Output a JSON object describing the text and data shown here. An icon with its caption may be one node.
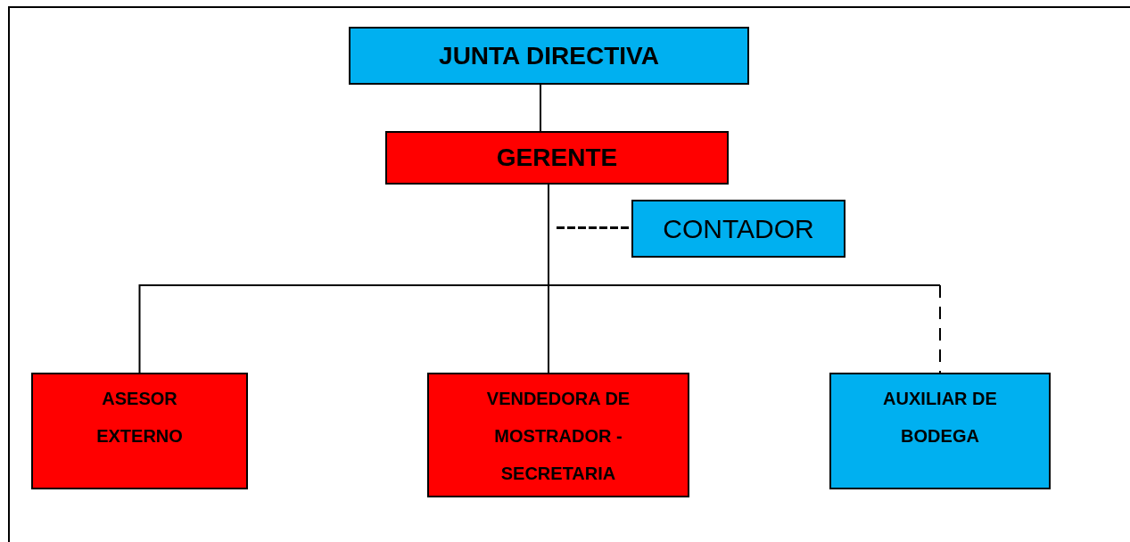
{
  "diagram": {
    "nodes": [
      {
        "text": [
          "JUNTA DIRECTIVA"
        ]
      },
      {
        "text": [
          "GERENTE"
        ]
      },
      {
        "text": [
          "CONTADOR"
        ]
      },
      {
        "text": [
          "ASESOR EXTERNO"
        ]
      },
      {
        "text": [
          "VENDEDORA DE MOSTRADOR - SECRETARIA"
        ]
      },
      {
        "text": [
          "AUXILIAR DE BODEGA"
        ]
      }
    ],
    "edges": [
      {
        "from": 0,
        "to": 1,
        "arrow": "none"
      },
      {
        "from": 1,
        "to": 2,
        "arrow": "none",
        "style": "dashed"
      },
      {
        "from": 1,
        "to": 3,
        "arrow": "none"
      },
      {
        "from": 1,
        "to": 4,
        "arrow": "none"
      },
      {
        "from": 1,
        "to": 5,
        "arrow": "none",
        "style": "dashed"
      }
    ]
  }
}
